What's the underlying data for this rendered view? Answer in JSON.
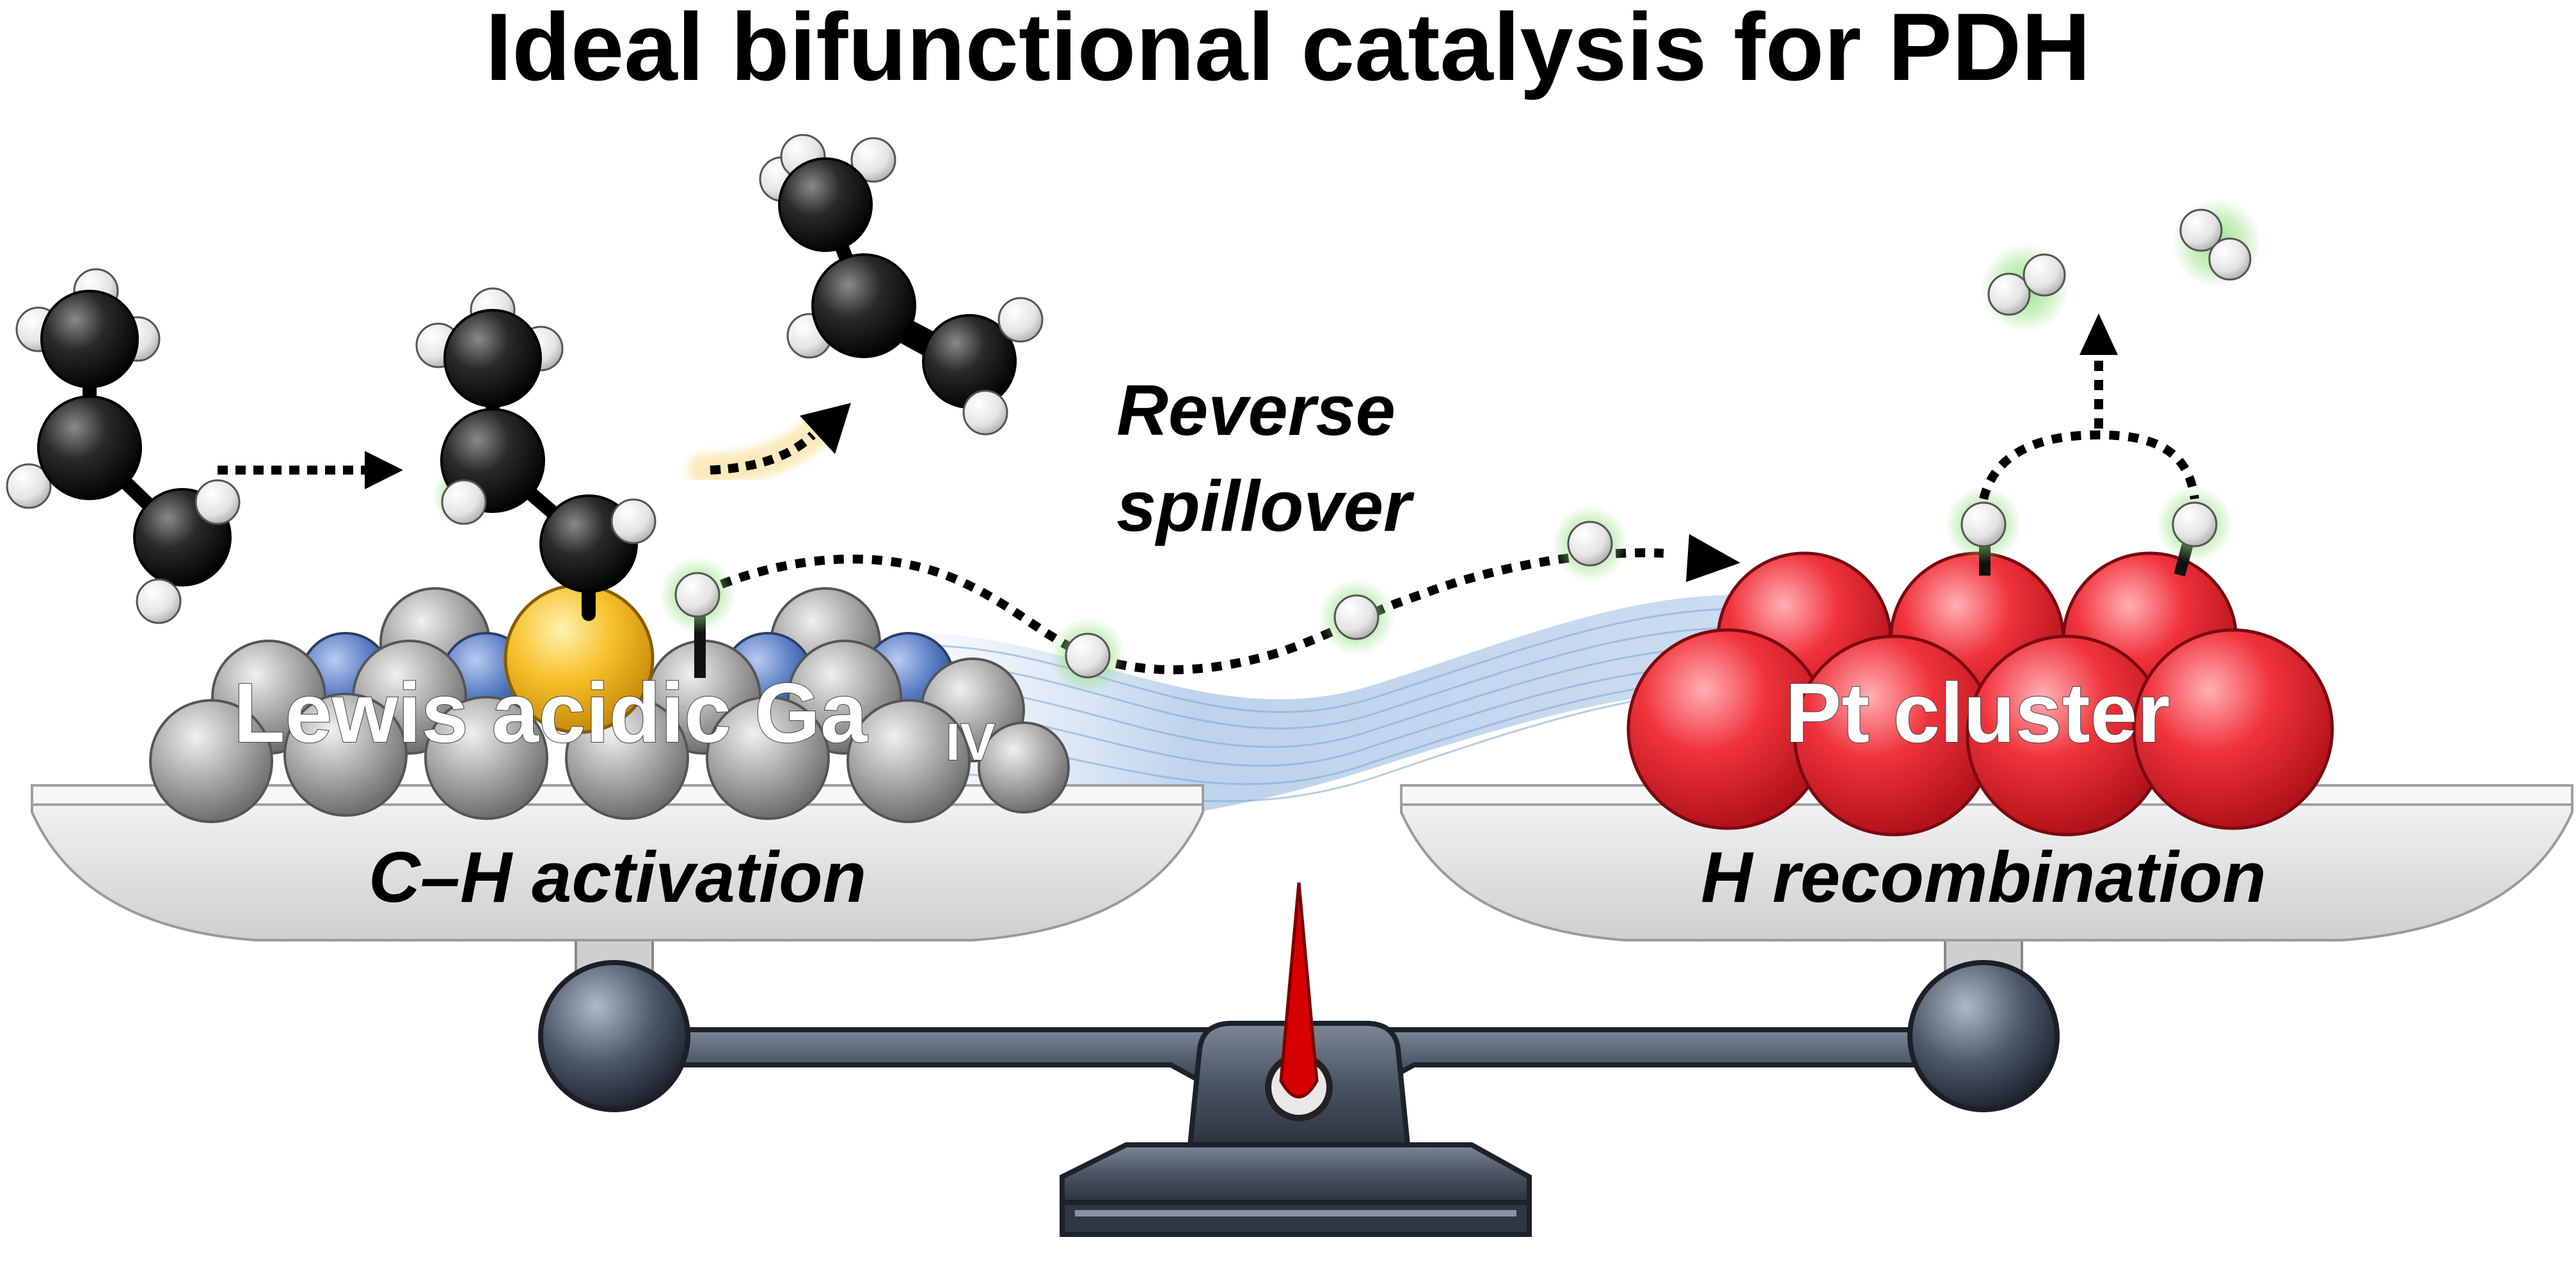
{
  "title": "Ideal bifunctional catalysis for PDH",
  "labels": {
    "reverse_line1": "Reverse",
    "reverse_line2": "spillover",
    "left_site_main": "Lewis acidic Ga",
    "left_site_sub": "IV",
    "right_site": "Pt cluster",
    "left_pan": "C–H activation",
    "right_pan": "H recombination"
  },
  "colors": {
    "carbon": "#1a1a1a",
    "hydrogen": "#e8e8e8",
    "gallium": "#f2b51c",
    "platinum": "#e8202a",
    "support_gray": "#9a9a9a",
    "support_blue": "#4f74b8",
    "spillover_glow": "#7fd26a",
    "reaction_glow": "#f5c542",
    "scale_metal": "#4a5563",
    "needle": "#d60000"
  },
  "icons": {
    "propane": "propane-molecule",
    "adsorbed": "adsorbed-propyl-molecule",
    "propylene": "propylene-molecule",
    "h2": "hydrogen-molecule",
    "scale": "balance-scale"
  }
}
